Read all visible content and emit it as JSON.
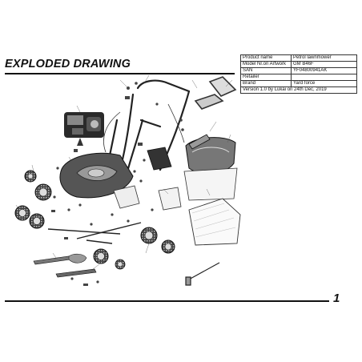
{
  "header": {
    "title": "EXPLODED DRAWING"
  },
  "info_table": {
    "rows": [
      {
        "label": "Product name",
        "value": "Petrol lawnmower"
      },
      {
        "label": "Model Nr.on Artwork",
        "value": "GM B46F"
      },
      {
        "label": "SAN",
        "value": "YF04800941AK"
      },
      {
        "label": "Retailer",
        "value": ""
      },
      {
        "label": "Brand",
        "value": "Yard force"
      }
    ],
    "version": "Version 1.0 by Lukai on 24th Dec, 2019"
  },
  "footer": {
    "page_number": "1"
  }
}
